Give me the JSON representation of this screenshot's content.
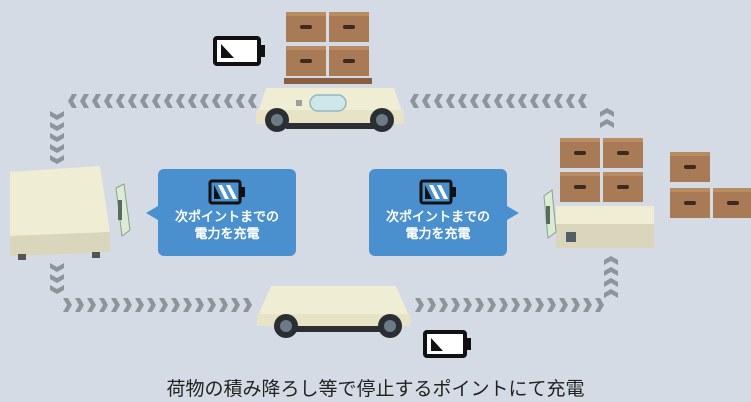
{
  "bubbles": {
    "left": {
      "line1": "次ポイントまでの",
      "line2": "電力を充電"
    },
    "right": {
      "line1": "次ポイントまでの",
      "line2": "電力を充電"
    }
  },
  "battery_indicators": {
    "top_cart": "low",
    "bottom_cart": "low",
    "bubble_icons": "charging"
  },
  "caption": "荷物の積み降ろし等で停止するポイントにて充電",
  "colors": {
    "background": "#d4dbe4",
    "track_chevron": "#8d949c",
    "bubble": "#4a90cf",
    "cart_body": "#efedd4",
    "box": "#a87a55",
    "station": "#efedd4"
  }
}
